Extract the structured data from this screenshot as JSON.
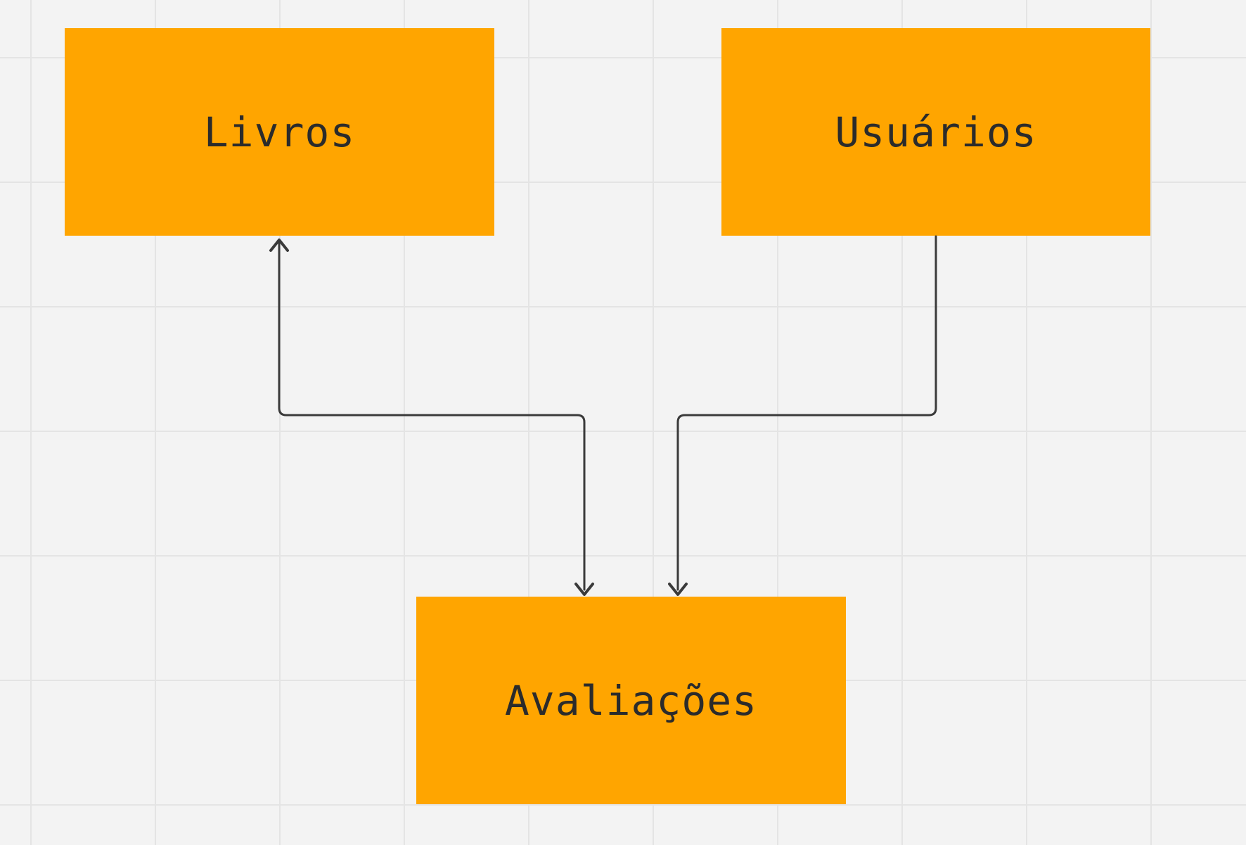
{
  "colors": {
    "background": "#f3f3f3",
    "grid_line": "#e4e4e4",
    "node_fill": "#ffa500",
    "node_text": "#2b2b2b",
    "connector": "#3a3a3a"
  },
  "nodes": {
    "livros": {
      "label": "Livros"
    },
    "usuarios": {
      "label": "Usuários"
    },
    "avaliacoes": {
      "label": "Avaliações"
    }
  },
  "connections": [
    {
      "from": "avaliacoes",
      "to": "livros",
      "arrowheads": "both"
    },
    {
      "from": "usuarios",
      "to": "avaliacoes",
      "arrowheads": "end"
    }
  ]
}
